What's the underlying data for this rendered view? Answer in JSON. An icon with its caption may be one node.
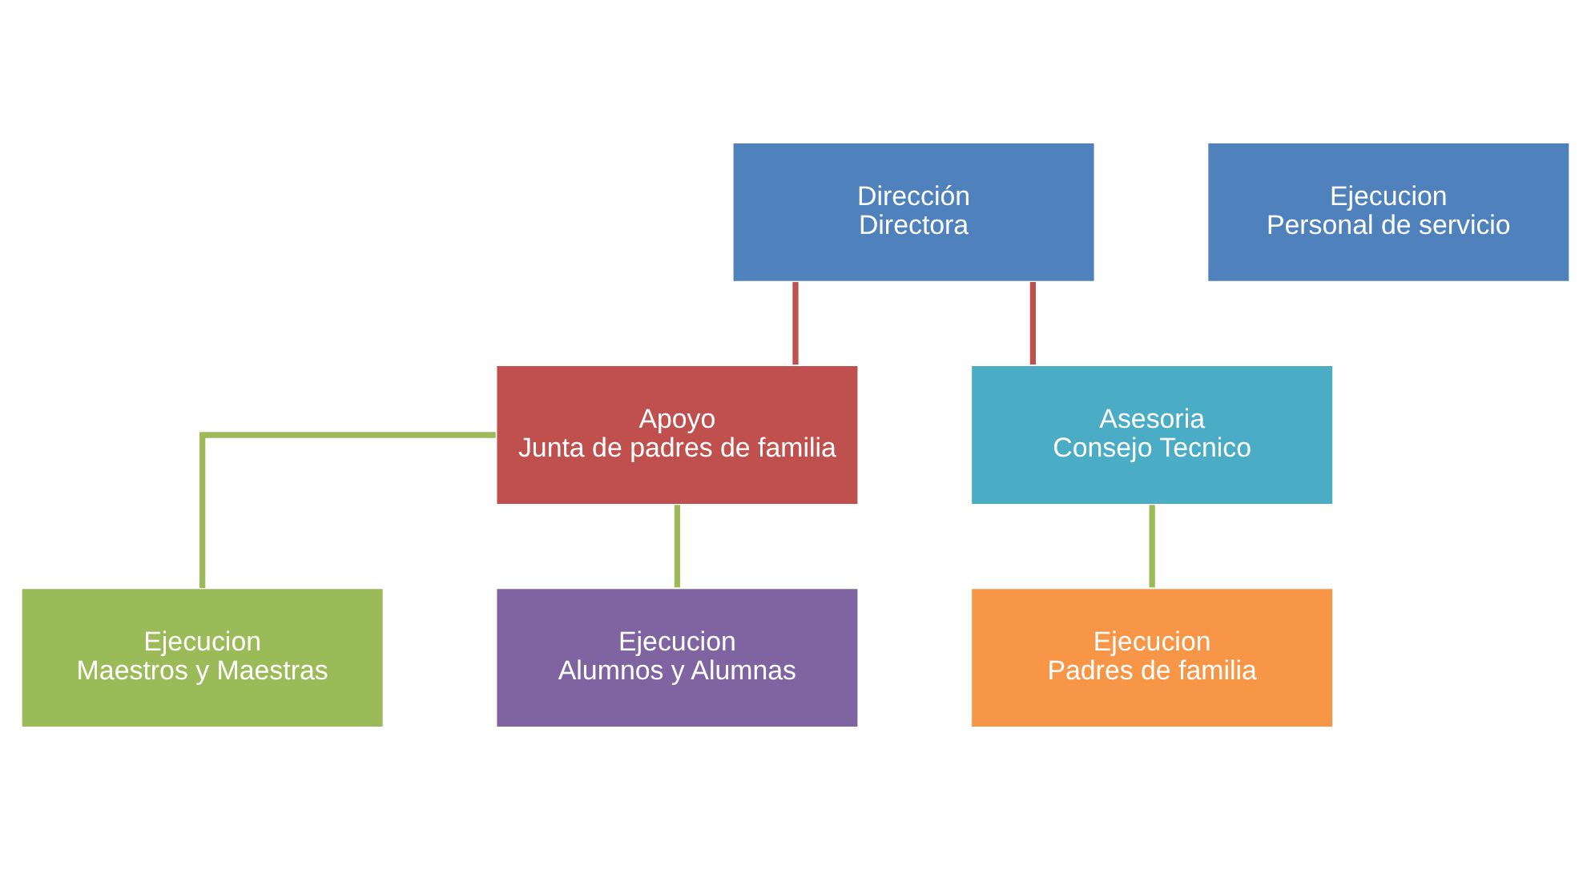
{
  "diagram": {
    "nodes": [
      {
        "text": [
          "Dirección",
          "Directora"
        ]
      },
      {
        "text": [
          "Ejecucion",
          "Personal de servicio"
        ]
      },
      {
        "text": [
          "Apoyo",
          "Junta de padres de familia"
        ]
      },
      {
        "text": [
          "Asesoria",
          "Consejo Tecnico"
        ]
      },
      {
        "text": [
          "Ejecucion",
          "Maestros y Maestras"
        ]
      },
      {
        "text": [
          "Ejecucion",
          "Alumnos y Alumnas"
        ]
      },
      {
        "text": [
          "Ejecucion",
          "Padres de familia"
        ]
      }
    ],
    "edges": [
      {
        "from": 0,
        "to": 2,
        "arrow": "none",
        "color": "#c0504d"
      },
      {
        "from": 0,
        "to": 3,
        "arrow": "none",
        "color": "#c0504d"
      },
      {
        "from": 2,
        "to": 4,
        "arrow": "none"
      },
      {
        "from": 2,
        "to": 5,
        "arrow": "none"
      },
      {
        "from": 3,
        "to": 6,
        "arrow": "none"
      }
    ]
  }
}
